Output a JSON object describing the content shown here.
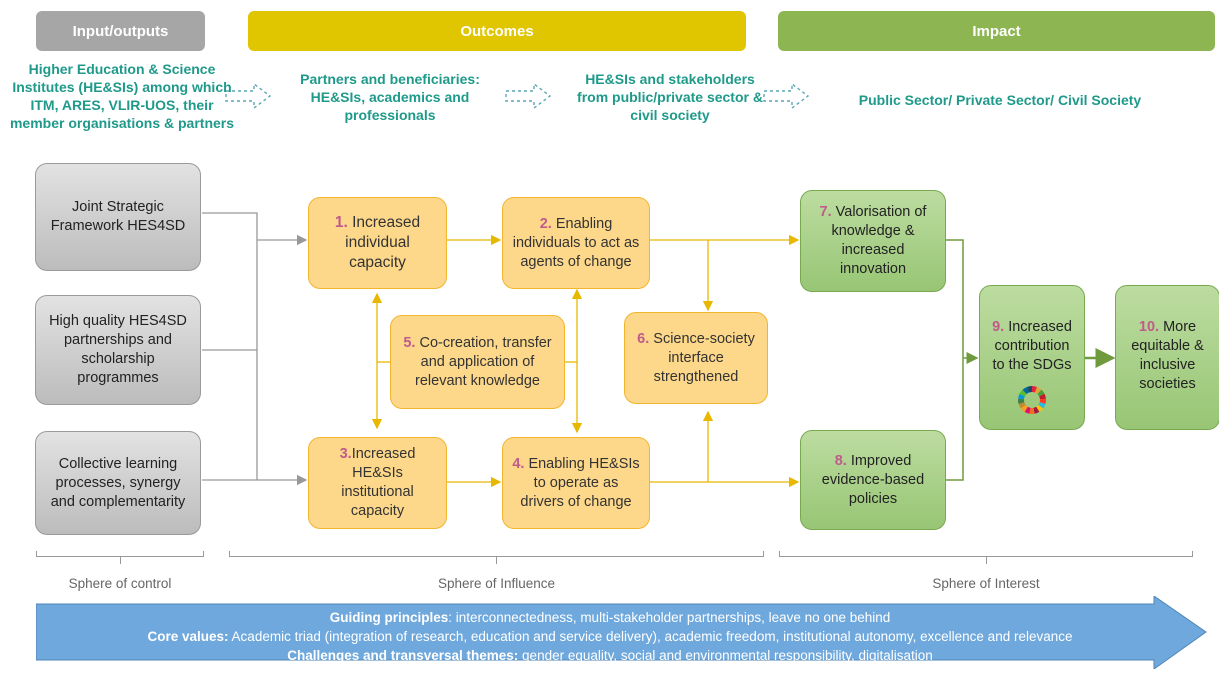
{
  "headers": {
    "inputs": "Input/outputs",
    "outcomes": "Outcomes",
    "impact": "Impact"
  },
  "actors": {
    "inputs": "Higher Education & Science Institutes (HE&SIs) among which ITM, ARES, VLIR-UOS, their member organisations & partners",
    "partners": "Partners and beneficiaries: HE&SIs, academics and professionals",
    "stakeholders": "HE&SIs and stakeholders from public/private sector & civil society",
    "sectors": "Public Sector/ Private Sector/ Civil Society"
  },
  "inputs": {
    "framework": "Joint Strategic Framework HES4SD",
    "partnerships": "High quality HES4SD partnerships and scholarship programmes",
    "learning": "Collective learning processes, synergy and complementarity"
  },
  "outcomes": [
    {
      "num": "1.",
      "text": "Increased individual capacity"
    },
    {
      "num": "2.",
      "text": "Enabling individuals to act as agents of change"
    },
    {
      "num": "3.",
      "text": "Increased HE&SIs institutional capacity"
    },
    {
      "num": "4.",
      "text": "Enabling HE&SIs to operate as drivers of change"
    },
    {
      "num": "5.",
      "text": "Co-creation, transfer and application of relevant knowledge"
    },
    {
      "num": "6.",
      "text": "Science-society interface strengthened"
    },
    {
      "num": "7.",
      "text": "Valorisation of knowledge & increased innovation"
    },
    {
      "num": "8.",
      "text": "Improved evidence-based policies"
    },
    {
      "num": "9.",
      "text": "Increased contribution to the SDGs"
    },
    {
      "num": "10.",
      "text": "More equitable & inclusive societies"
    }
  ],
  "spheres": {
    "control": "Sphere of control",
    "influence": "Sphere of Influence",
    "interest": "Sphere of Interest"
  },
  "principles": {
    "guiding_label": "Guiding principles",
    "guiding_text": ": interconnectedness,  multi-stakeholder partnerships, leave no one behind",
    "core_label": "Core values:",
    "core_text": " Academic triad (integration of research, education and service delivery), academic freedom, institutional autonomy, excellence and relevance",
    "challenges_label": "Challenges and transversal themes:",
    "challenges_text": " gender equality, social and environmental responsibility, digitalisation"
  },
  "colors": {
    "grey_header": "#a6a6a6",
    "yellow_header": "#e0c600",
    "green_header": "#8db551",
    "teal_text": "#1f9a8a",
    "number": "#c05b8b",
    "arrow_blue": "#6fa8dc"
  }
}
